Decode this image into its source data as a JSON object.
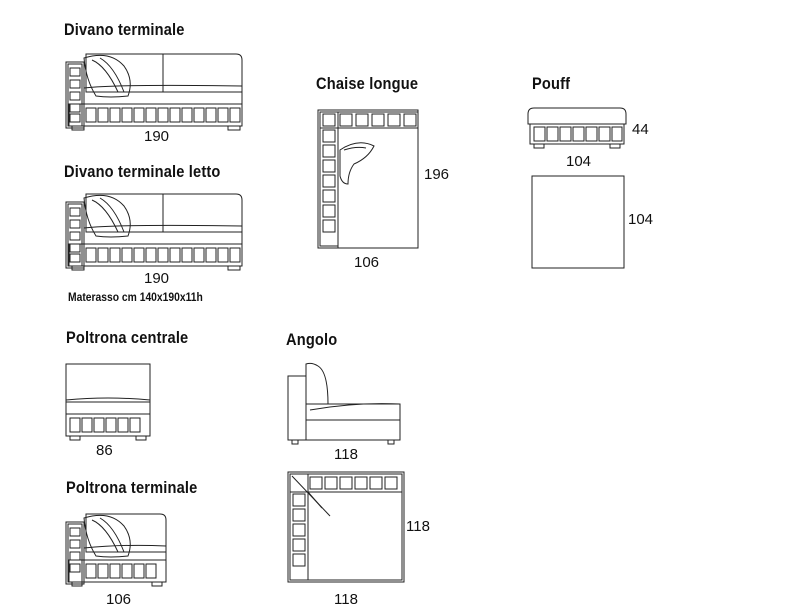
{
  "titles": {
    "divano_terminale": "Divano terminale",
    "divano_terminale_letto": "Divano terminale letto",
    "chaise_longue": "Chaise longue",
    "pouff": "Pouff",
    "poltrona_centrale": "Poltrona centrale",
    "angolo": "Angolo",
    "poltrona_terminale": "Poltrona terminale"
  },
  "dimensions": {
    "divano_terminale_width": "190",
    "divano_terminale_letto_width": "190",
    "materasso_note": "Materasso cm 140x190x11h",
    "chaise_longue_depth": "196",
    "chaise_longue_width": "106",
    "pouff_height": "44",
    "pouff_width": "104",
    "pouff_depth": "104",
    "poltrona_centrale_width": "86",
    "angolo_side_width": "118",
    "angolo_top_depth": "118",
    "angolo_top_width": "118",
    "poltrona_terminale_width": "106"
  },
  "colors": {
    "line": "#222222",
    "background": "#ffffff"
  }
}
